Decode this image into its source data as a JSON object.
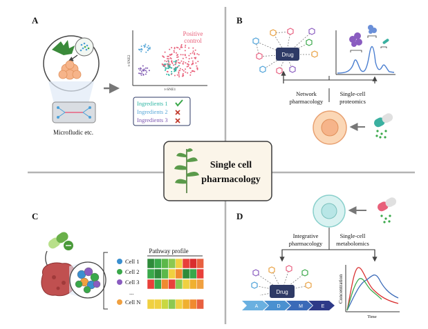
{
  "colors": {
    "divider": "#b4b4b4",
    "drug_box": "#2e3a66",
    "positive": "#e8607a",
    "ingredient1": "#2fb6a4",
    "ingredient2": "#5aa8d8",
    "ingredient3": "#7b55b0",
    "check": "#3aa84a",
    "cross": "#c0392b",
    "center_border": "#3a3a3a",
    "center_bg": "#fbf5e9"
  },
  "center": {
    "line1": "Single cell",
    "line2": "pharmacology"
  },
  "panel_a": {
    "letter": "A",
    "device_label": "Microfludic  etc.",
    "tsne_x": "t-SNE1",
    "tsne_y": "t-SNE2",
    "positive_control": [
      "Positive",
      "control"
    ],
    "ingredients": [
      "Ingredients 1",
      "Ingredients 2",
      "Ingredients 3"
    ],
    "ingredient_marks": [
      "check-icon",
      "cross-icon",
      "cross-icon"
    ]
  },
  "panel_b": {
    "letter": "B",
    "drug_label": "Drug",
    "network_label": [
      "Network",
      "pharmacology"
    ],
    "proteomics_label": [
      "Single-cell",
      "proteomics"
    ]
  },
  "panel_c": {
    "letter": "C",
    "pathway_title": "Pathway profile",
    "cells": [
      "Cell 1",
      "Cell 2",
      "Cell 3",
      "...",
      "Cell N"
    ],
    "cell_colors": [
      "#3a8fd0",
      "#3aa84a",
      "#8a5cc0",
      "",
      "#f0a040"
    ],
    "heatmap_colors": [
      [
        "#2e8b3a",
        "#3aa84a",
        "#5cb84a",
        "#8cc850",
        "#f0d040",
        "#e8403a",
        "#d92e2e",
        "#e86040"
      ],
      [
        "#3aa84a",
        "#2e8b3a",
        "#5cb84a",
        "#f0d040",
        "#f08a30",
        "#2e8b3a",
        "#3aa84a",
        "#e8403a"
      ],
      [
        "#e8403a",
        "#3aa84a",
        "#f08a30",
        "#e8403a",
        "#8cc850",
        "#f0d040",
        "#f0b030",
        "#f0a040"
      ],
      [
        "#f0d040",
        "#f0d040",
        "#c8d840",
        "#8cc850",
        "#f0d040",
        "#f0b030",
        "#f08a30",
        "#e86040"
      ]
    ]
  },
  "panel_d": {
    "letter": "D",
    "drug_label": "Drug",
    "integrative_label": [
      "Integrative",
      "pharmacology"
    ],
    "metabolomics_label": [
      "Single-cell",
      "metabolomics"
    ],
    "adme": [
      "A",
      "D",
      "M",
      "E"
    ],
    "conc_y": "Concentration",
    "conc_x": "Time"
  }
}
